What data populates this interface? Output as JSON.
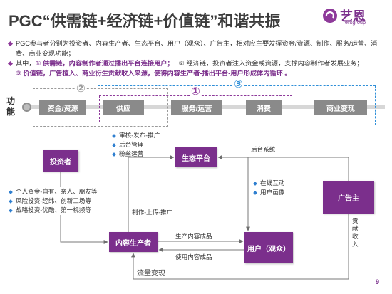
{
  "slide": {
    "title": "PGC“供需链+经济链+价值链”和谐共振",
    "page_number": "9"
  },
  "logo": {
    "name": "艺恩",
    "subtitle": "entgroup",
    "icon": "entgroup-logo-icon"
  },
  "summary": {
    "bullet_icon": "diamond-bullet-icon",
    "item1": "PGC参与者分别为投资者、内容生产者、生态平台、用户（观众）、广告主，相对应主要发挥资金/资源、制作、服务/运营、消费、商业变现功能；",
    "item2": {
      "lead": "其中，",
      "supply_chain": "① 供需链，内容制作者通过播出平台连接用户；",
      "economic_chain": "② 经济链，投资者注入资金或资源，支撑内容制作者发展业务；",
      "value_chain": "③ 价值链，广告植入、商业衍生贡献收入来源，使得内容生产者-播出平台-用户形成体内循环 。"
    }
  },
  "functions": {
    "label": "功能",
    "items": [
      "资金/资源",
      "供应",
      "服务/运营",
      "消费",
      "商业变现"
    ],
    "groups": [
      {
        "marker": "②",
        "color": "#9a9a9a"
      },
      {
        "marker": "①",
        "color": "#8e3a9a"
      },
      {
        "marker": "③",
        "color": "#2f8fd8"
      }
    ]
  },
  "diagram": {
    "nodes": {
      "investor": "投资者",
      "platform": "生态平台",
      "advertiser": "广告主",
      "producer": "内容生产者",
      "user": "用户（观众）"
    },
    "platform_notes": [
      "审核-发布-推广",
      "后台管理",
      "粉丝运营"
    ],
    "investor_notes": [
      "个人资金-自有、亲人、朋友等",
      "风险投资-经纬、创新工场等",
      "战略投资-优酷、第一视频等"
    ],
    "user_notes": [
      "在线互动",
      "用户画像"
    ],
    "edge_labels": {
      "backend": "后台系统",
      "produce": "制作-上传-推广",
      "deliver": "生产内容成品",
      "consume": "使用内容成品",
      "monetize": "流量变现",
      "revenue": "贡献收入"
    }
  },
  "colors": {
    "brand_purple": "#7b2f8c",
    "note_bullet_blue": "#2f7fd0",
    "function_box_gray": "#8a8a8a",
    "title_text": "#3c3c3c"
  }
}
